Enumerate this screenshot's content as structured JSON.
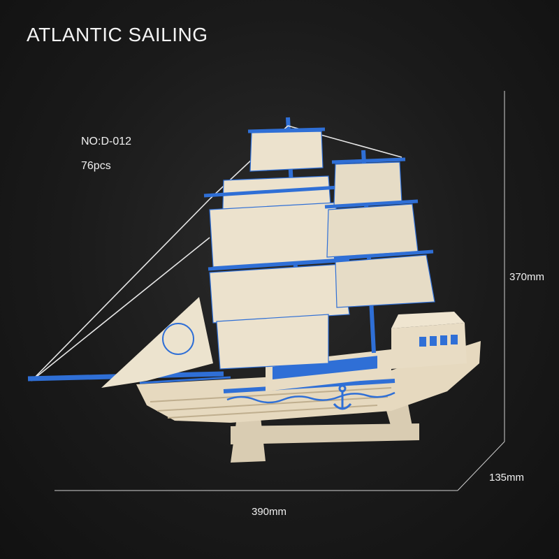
{
  "title": "ATLANTIC SAILING",
  "product": {
    "model_number": "NO:D-012",
    "piece_count": "76pcs"
  },
  "dimensions": {
    "height": "370mm",
    "depth": "135mm",
    "width": "390mm"
  },
  "colors": {
    "background": "#1a1a1a",
    "wood": "#e8dcc4",
    "blue": "#2f6fd6",
    "line": "#d8d8d8"
  },
  "image": {
    "subject": "wooden-ship-model-icon"
  }
}
